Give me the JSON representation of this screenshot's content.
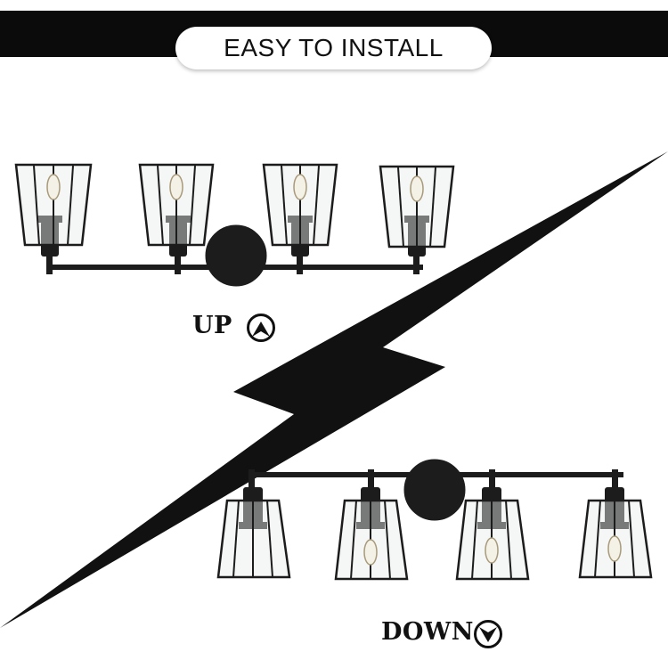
{
  "header": {
    "title": "EASY TO INSTALL"
  },
  "orientations": {
    "up_label": "UP",
    "down_label": "DOWN"
  },
  "icons": {
    "up_arrow": "chevron-up-icon",
    "down_arrow": "chevron-down-icon"
  },
  "colors": {
    "band": "#0b0b0b",
    "fixture": "#1c1c1c",
    "background": "#ffffff"
  }
}
